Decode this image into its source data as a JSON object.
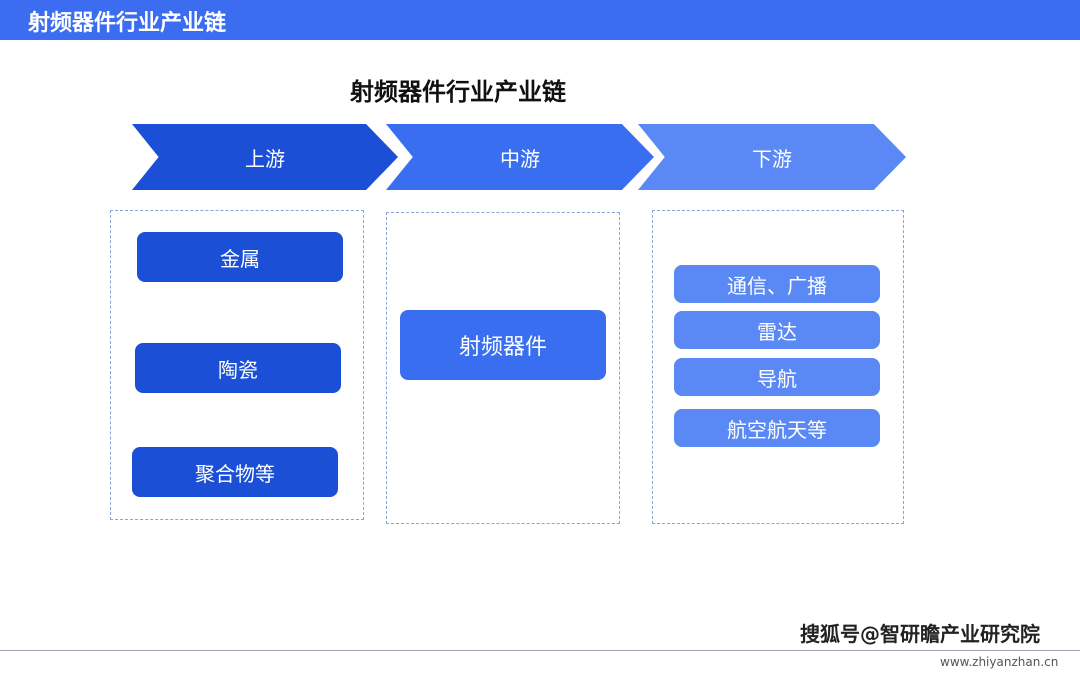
{
  "header": {
    "title": "射频器件行业产业链"
  },
  "diagram": {
    "title": "射频器件行业产业链",
    "stages": [
      {
        "label": "上游",
        "color": "#1a4fd6"
      },
      {
        "label": "中游",
        "color": "#3a6ef0"
      },
      {
        "label": "下游",
        "color": "#5a88f4"
      }
    ],
    "upstream": [
      "金属",
      "陶瓷",
      "聚合物等"
    ],
    "midstream": [
      "射频器件"
    ],
    "downstream": [
      "通信、广播",
      "雷达",
      "导航",
      "航空航天等"
    ]
  },
  "footer": {
    "source": "搜狐号@智研瞻产业研究院",
    "url": "www.zhiyanzhan.cn"
  }
}
